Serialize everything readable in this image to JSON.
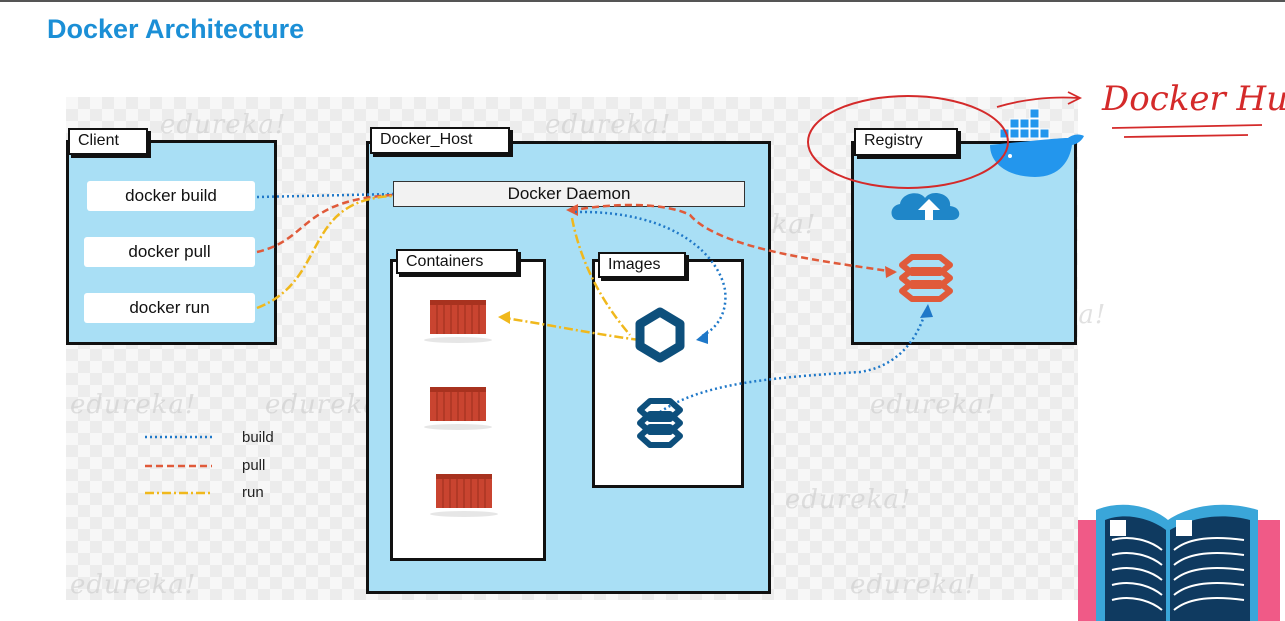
{
  "title": "Docker Architecture",
  "watermark": "edureka!",
  "client": {
    "tab": "Client",
    "commands": [
      "docker build",
      "docker pull",
      "docker run"
    ]
  },
  "host": {
    "tab": "Docker_Host",
    "daemon": "Docker Daemon",
    "containers_tab": "Containers",
    "images_tab": "Images"
  },
  "registry": {
    "tab": "Registry"
  },
  "annotation": {
    "handwritten": "Docker Hub"
  },
  "legend": {
    "items": [
      {
        "label": "build",
        "style": "dotted",
        "color": "#1f78c8"
      },
      {
        "label": "pull",
        "style": "dashed",
        "color": "#e05a3a"
      },
      {
        "label": "run",
        "style": "dash-dot",
        "color": "#f0b81c"
      }
    ]
  },
  "colors": {
    "title": "#1b8fd6",
    "panel_fill": "#a9dff5",
    "build_line": "#1f78c8",
    "pull_line": "#e05a3a",
    "run_line": "#f0b81c",
    "annotation_ink": "#d42a2a",
    "image_icon": "#0d4f7c"
  }
}
